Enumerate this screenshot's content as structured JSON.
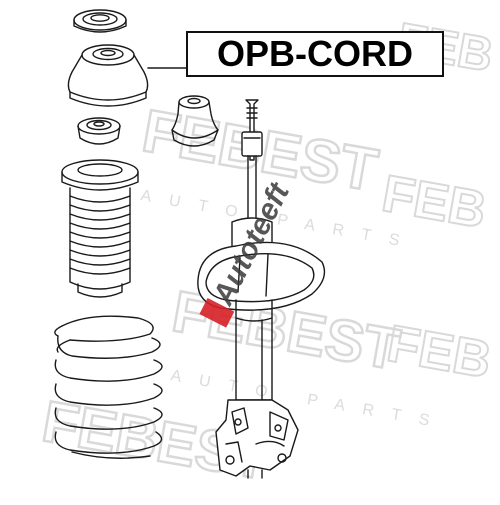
{
  "part_label": {
    "text": "OPB-CORD"
  },
  "watermark": {
    "brand": "FEBEST",
    "brand_short": "FEB",
    "tagline": "AUTO PARTS",
    "logo_text": "Autoteeft"
  },
  "colors": {
    "line": "#1a1a1a",
    "watermark": "#d9d9d9",
    "logo_red": "#d61f26",
    "logo_dark": "#3a3a3a"
  }
}
